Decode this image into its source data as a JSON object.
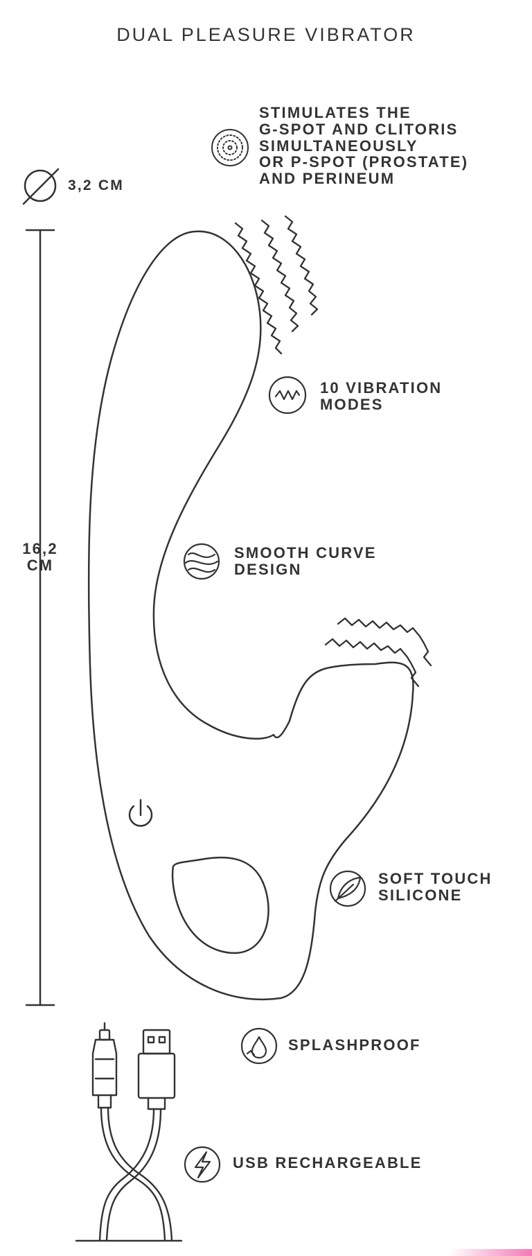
{
  "title": "DUAL PLEASURE VIBRATOR",
  "diameter": {
    "value": "3,2 CM",
    "icon": "diameter-icon"
  },
  "length": {
    "value": "16,2\nCM"
  },
  "features": {
    "stimulation": {
      "label": "STIMULATES THE\nG-SPOT AND CLITORIS\nSIMULTANEOUSLY\nOR P-SPOT (PROSTATE)\nAND PERINEUM",
      "icon": "target-icon"
    },
    "vibration": {
      "label": "10 VIBRATION\nMODES",
      "icon": "wave-icon"
    },
    "curve": {
      "label": "SMOOTH CURVE\nDESIGN",
      "icon": "curve-icon"
    },
    "silicone": {
      "label": "SOFT TOUCH\nSILICONE",
      "icon": "feather-icon"
    },
    "splash": {
      "label": "SPLASHPROOF",
      "icon": "droplet-icon"
    },
    "usb": {
      "label": "USB RECHARGEABLE",
      "icon": "lightning-icon"
    }
  },
  "colors": {
    "line": "#333333",
    "accent": "#f27ab6"
  }
}
